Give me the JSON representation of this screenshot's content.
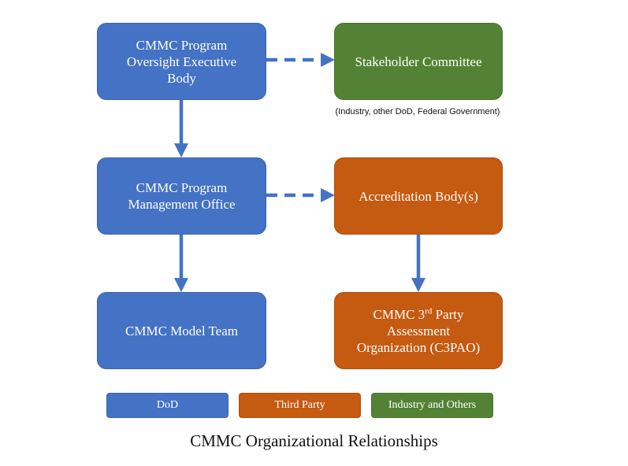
{
  "nodes": {
    "oversight": {
      "label": "CMMC Program\nOversight Executive\nBody"
    },
    "stakeholder": {
      "label": "Stakeholder Committee",
      "note": "(Industry, other DoD, Federal Government)"
    },
    "pmo": {
      "label": "CMMC Program\nManagement Office"
    },
    "accreditation": {
      "label": "Accreditation Body(s)"
    },
    "model_team": {
      "label": "CMMC Model Team"
    },
    "c3pao": {
      "line1_pre": "CMMC 3",
      "line1_sup": "rd",
      "line1_post": " Party",
      "rest": "Assessment\nOrganization (C3PAO)"
    }
  },
  "legend": {
    "dod": "DoD",
    "third_party": "Third Party",
    "industry": "Industry and Others"
  },
  "caption": "CMMC Organizational Relationships",
  "colors": {
    "dod_blue": "#4472c4",
    "industry_green": "#548235",
    "third_party_orange": "#c55a11",
    "connector": "#4472c4"
  }
}
